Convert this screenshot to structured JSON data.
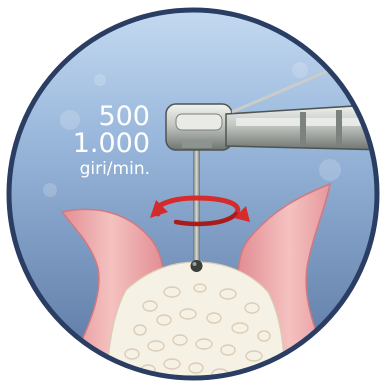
{
  "illustration": {
    "speed": {
      "line1": "500",
      "line2": "1.000",
      "unit": "giri/min."
    },
    "colors": {
      "background": "#ffffff",
      "circle_border": "#2a3e63",
      "sky_top": "#b9d3ee",
      "sky_bottom": "#5c7ba8",
      "gum": "#e59a9d",
      "gum_light": "#f6c9c6",
      "bone": "#f4efe4",
      "rotation_arrow": "#d62b2b",
      "handpiece": "#c9ccc8"
    },
    "icons": [
      "dental-handpiece-icon",
      "drill-bit-icon",
      "rotation-arrow-icon",
      "gum-tissue-icon",
      "bone-icon"
    ]
  }
}
